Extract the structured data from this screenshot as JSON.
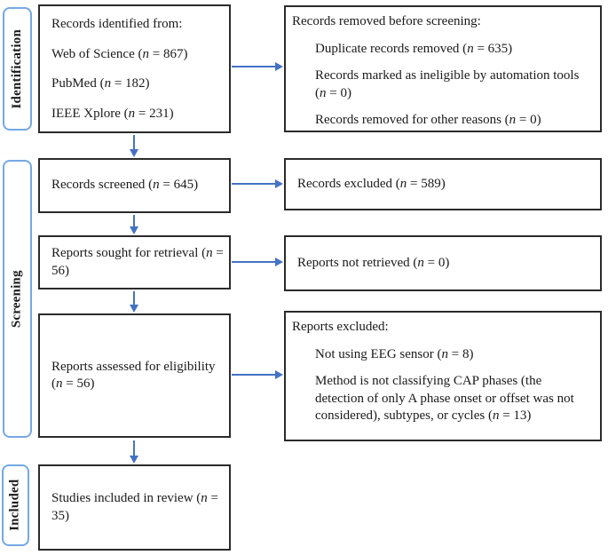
{
  "colors": {
    "arrow": "#4472C4",
    "stage_border": "#74A9E4",
    "box_border": "#2b2b2b"
  },
  "stages": {
    "identification": "Identification",
    "screening": "Screening",
    "included": "Included"
  },
  "boxes": {
    "records_identified": {
      "lines": [
        "Records identified from:",
        "Web of Science (n = 867)",
        "PubMed (n = 182)",
        "IEEE Xplore (n = 231)"
      ]
    },
    "records_removed": {
      "title": "Records removed before screening:",
      "items": [
        "Duplicate records removed (n = 635)",
        "Records marked as ineligible by automation tools (n = 0)",
        "Records removed for other reasons (n = 0)"
      ]
    },
    "records_screened": {
      "text": "Records screened (n = 645)"
    },
    "records_excluded": {
      "text": "Records excluded (n = 589)"
    },
    "reports_sought": {
      "text": "Reports sought for retrieval (n = 56)"
    },
    "reports_not_retrieved": {
      "text": "Reports not retrieved (n = 0)"
    },
    "reports_assessed": {
      "text": "Reports assessed for eligibility (n = 56)"
    },
    "reports_excluded": {
      "title": "Reports excluded:",
      "items": [
        "Not using EEG sensor (n = 8)",
        "Method is not classifying CAP phases (the detection of only A phase onset or offset was not considered), subtypes, or cycles (n = 13)"
      ]
    },
    "studies_included": {
      "text": "Studies included in review (n = 35)"
    }
  }
}
